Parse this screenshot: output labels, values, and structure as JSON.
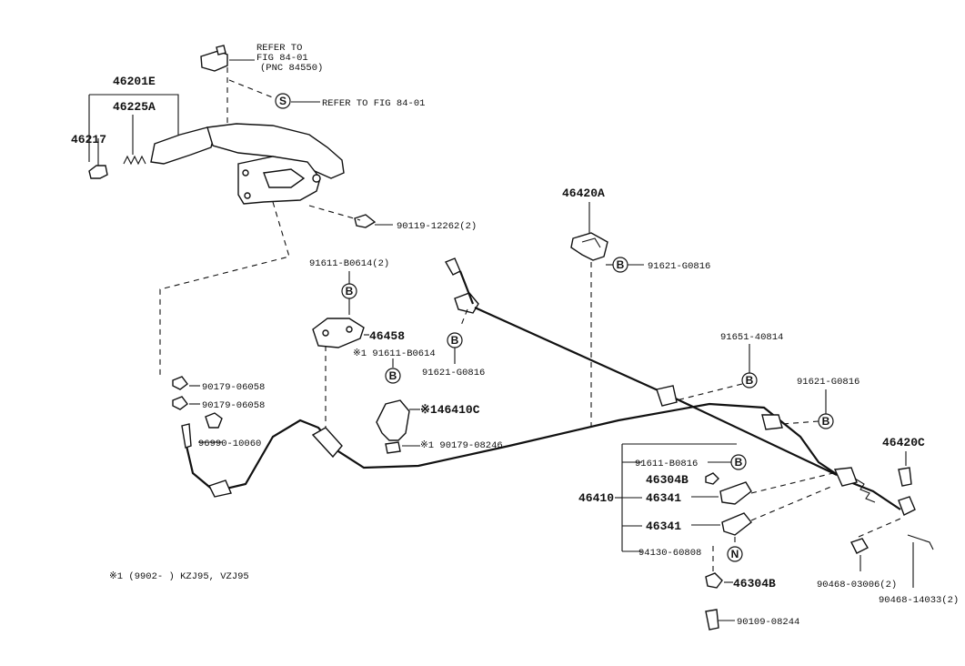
{
  "labels": {
    "refer_fig_a": "REFER TO",
    "refer_fig_b": "FIG 84-01",
    "refer_fig_c": "(PNC 84550)",
    "refer_fig_s": "REFER TO FIG 84-01",
    "p46201E": "46201E",
    "p46225A": "46225A",
    "p46217": "46217",
    "p90119": "90119-12262(2)",
    "p46420A": "46420A",
    "p91621_top": "91621-G0816",
    "p91611_top": "91611-B0614(2)",
    "p46458": "46458",
    "p91611_mid": "※1 91611-B0614",
    "p91621_mid": "91621-G0816",
    "p91651": "91651-40814",
    "p91621_right": "91621-G0816",
    "p90179_a": "90179-06058",
    "p90179_b": "90179-06058",
    "p96990": "96990-10060",
    "p146410C": "※146410C",
    "p90179_c": "※1 90179-08246",
    "p46420C": "46420C",
    "p91611_bot": "91611-B0816",
    "p46304B_a": "46304B",
    "p46410": "46410",
    "p46341_a": "46341",
    "p46341_b": "46341",
    "p94130": "94130-60808",
    "p46304B_b": "46304B",
    "p90468_a": "90468-03006(2)",
    "p90468_b": "90468-14033(2)",
    "p90109": "90109-08244",
    "footnote": "※1 (9902-        ) KZJ95, VZJ95"
  },
  "badges": {
    "s": "S",
    "b": "B",
    "n": "N"
  }
}
